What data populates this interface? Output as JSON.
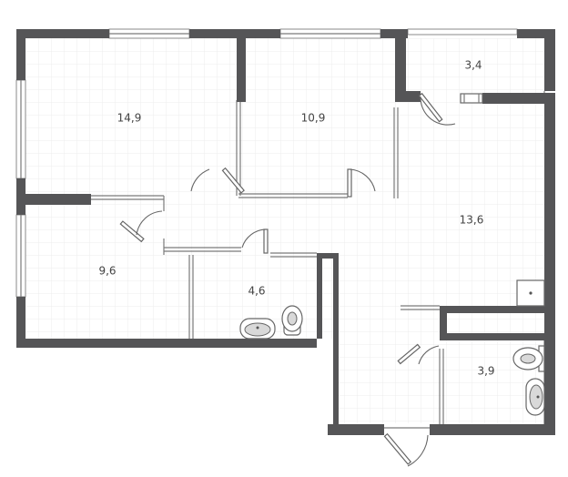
{
  "rooms": {
    "room_1": "14,9",
    "room_2": "10,9",
    "room_3": "3,4",
    "room_4": "13,6",
    "room_5": "9,6",
    "room_6": "4,6",
    "room_7": "3,9"
  }
}
